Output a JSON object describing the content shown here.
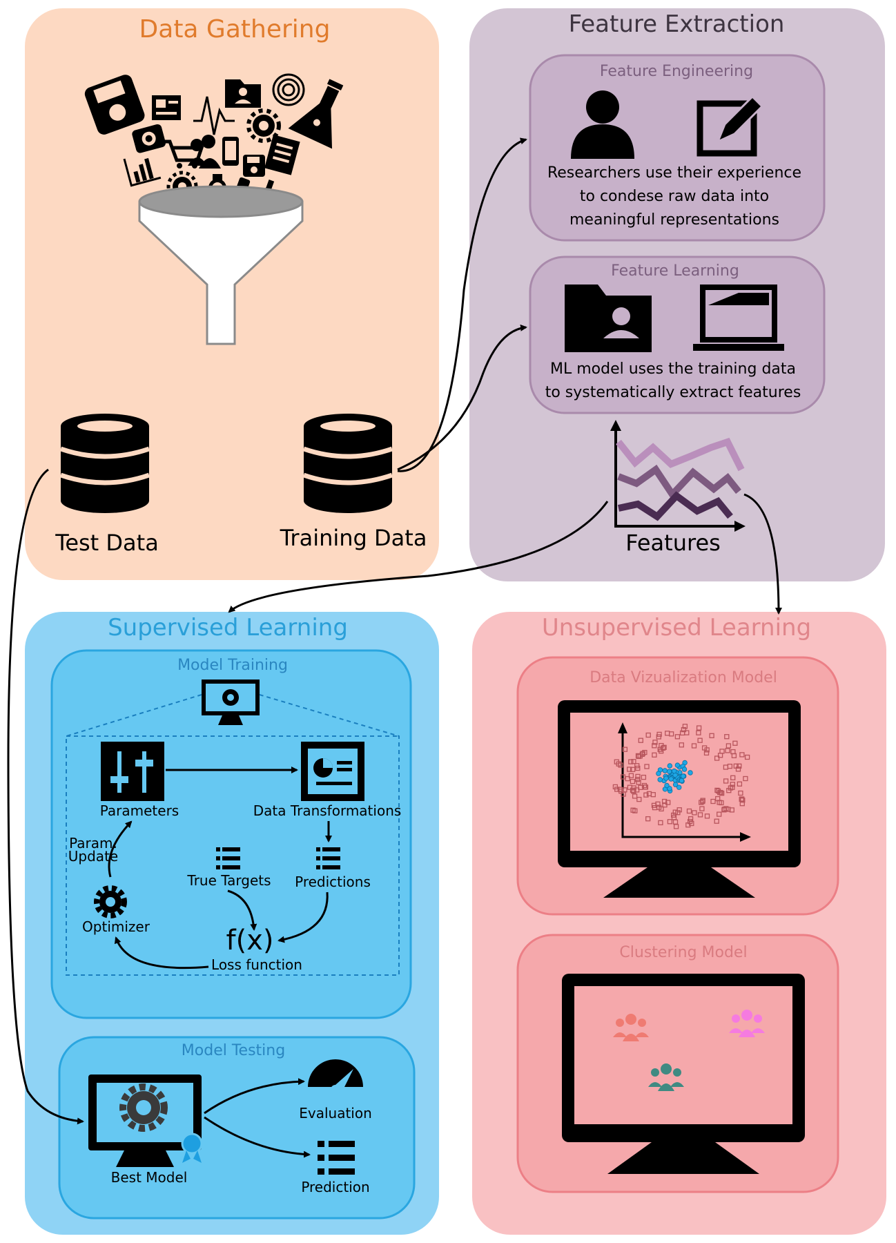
{
  "colors": {
    "gathering_bg": "#fdd9c2",
    "gathering_title": "#e07b2c",
    "extraction_bg": "#d3c5d4",
    "extraction_inner": "#c7b1c9",
    "extraction_border": "#a98aab",
    "supervised_bg": "#8fd3f5",
    "supervised_inner": "#66c8f2",
    "supervised_border": "#2aa6e0",
    "supervised_title": "#2a9fd8",
    "unsupervised_bg": "#f9c1c3",
    "unsupervised_inner": "#f5a8ab",
    "unsupervised_border": "#ec7f86",
    "unsupervised_title": "#e0868b",
    "ink": "#000000"
  },
  "gathering": {
    "title": "Data Gathering",
    "test_label": "Test Data",
    "training_label": "Training Data",
    "icons": [
      "floppy-disk-icon",
      "id-card-icon",
      "heartbeat-icon",
      "profile-folder-icon",
      "fingerprint-icon",
      "flask-icon",
      "camera-icon",
      "gear-icon",
      "shopping-cart-icon",
      "people-icon",
      "phone-icon",
      "document-icon",
      "bar-chart-icon",
      "watch-icon",
      "funnel-icon",
      "database-icon"
    ]
  },
  "extraction": {
    "title": "Feature Extraction",
    "engineering": {
      "title": "Feature Engineering",
      "line1": "Researchers use their experience",
      "line2": "to condese raw data into",
      "line3": "meaningful representations"
    },
    "learning": {
      "title": "Feature Learning",
      "line1": "ML model uses the training data",
      "line2": "to systematically extract features"
    },
    "features_label": "Features"
  },
  "supervised": {
    "title": "Supervised Learning",
    "training": {
      "title": "Model Training",
      "parameters": "Parameters",
      "transformations": "Data Transformations",
      "param_update_1": "Param.",
      "param_update_2": "Update",
      "true_targets": "True Targets",
      "predictions": "Predictions",
      "optimizer": "Optimizer",
      "fx": "f(x)",
      "loss": "Loss function"
    },
    "testing": {
      "title": "Model Testing",
      "best_model": "Best Model",
      "evaluation": "Evaluation",
      "prediction": "Prediction"
    }
  },
  "unsupervised": {
    "title": "Unsupervised Learning",
    "viz_title": "Data Vizualization Model",
    "clustering_title": "Clustering Model",
    "cluster_colors": [
      "#ef7b72",
      "#f57be0",
      "#3f8a82"
    ]
  }
}
